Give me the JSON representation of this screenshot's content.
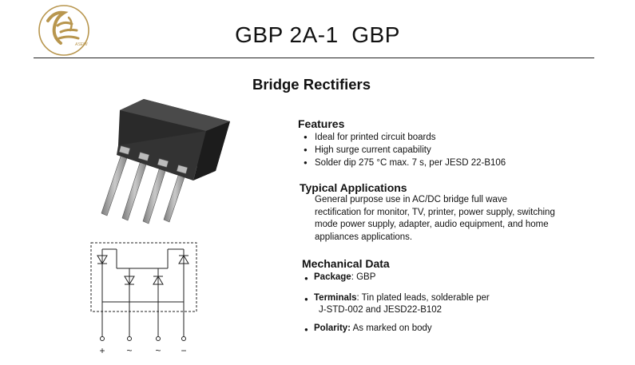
{
  "header": {
    "title": "GBP 2A-1  GBP",
    "subtitle": "Bridge Rectifiers"
  },
  "logo": {
    "text": "ASEMI"
  },
  "features": {
    "heading": "Features",
    "items": [
      "Ideal for printed circuit boards",
      "High surge current capability",
      "Solder dip 275 °C max. 7 s, per JESD 22-B106"
    ]
  },
  "typical_applications": {
    "heading": "Typical Applications",
    "lines": [
      "General purpose use in AC/DC bridge full wave",
      "rectification for monitor, TV, printer, power supply, switching",
      "mode power supply, adapter, audio equipment, and home",
      "appliances applications."
    ]
  },
  "mechanical": {
    "heading": "Mechanical Data",
    "package_label": "Package",
    "package_value": ": GBP",
    "terminals_label": "Terminals",
    "terminals_value": ": Tin plated leads, solderable  per",
    "terminals_value2": "J-STD-002 and JESD22-B102",
    "polarity_label": "Polarity:",
    "polarity_value": " As marked on body"
  },
  "schematic": {
    "pins": [
      "+",
      "~",
      "~",
      "−"
    ]
  },
  "colors": {
    "logo_gold": "#b8964e",
    "body_dark": "#2b2b2b",
    "lead_gray": "#9a9a9a"
  }
}
